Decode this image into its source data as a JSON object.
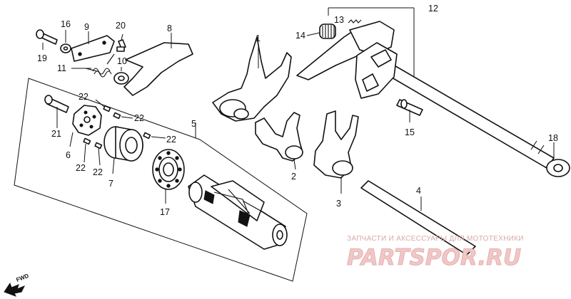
{
  "callouts": {
    "c1": "1",
    "c2": "2",
    "c3": "3",
    "c4": "4",
    "c5": "5",
    "c6": "6",
    "c7": "7",
    "c8": "8",
    "c9": "9",
    "c10": "10",
    "c11": "11",
    "c12": "12",
    "c13": "13",
    "c14": "14",
    "c15": "15",
    "c16": "16",
    "c17": "17",
    "c18": "18",
    "c19": "19",
    "c20": "20",
    "c21": "21",
    "c22a": "22",
    "c22b": "22",
    "c22c": "22",
    "c22d": "22",
    "c22e": "22"
  },
  "orientation": {
    "label": "FWD",
    "icon": "arrow-icon"
  },
  "watermark": {
    "tagline": "ЗАПЧАСТИ И АКСЕССУАРЫ ДЛЯ МОТОТЕХНИКИ",
    "logo": "PARTSPOR.RU"
  },
  "colors": {
    "line": "#111111",
    "background": "#ffffff",
    "watermark": "#e3a6a6"
  }
}
